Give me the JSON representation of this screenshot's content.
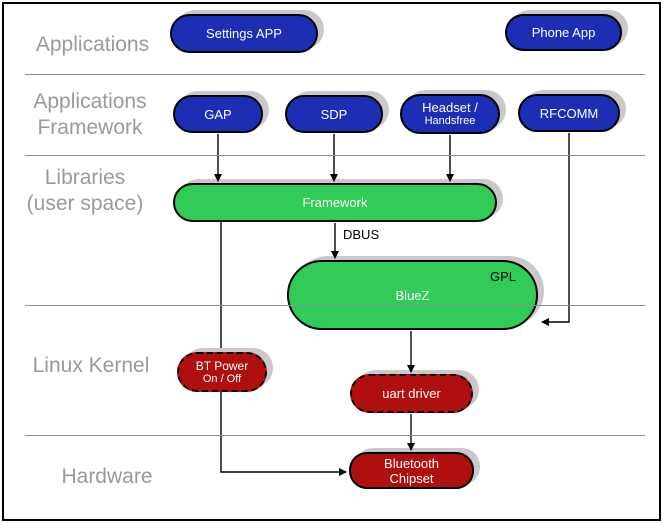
{
  "layers": {
    "applications": {
      "label": "Applications"
    },
    "applications_framework": {
      "label_line1": "Applications",
      "label_line2": "Framework"
    },
    "libraries": {
      "label_line1": "Libraries",
      "label_line2": "(user space)"
    },
    "linux_kernel": {
      "label": "Linux Kernel"
    },
    "hardware": {
      "label": "Hardware"
    }
  },
  "nodes": {
    "settings_app": {
      "label": "Settings APP"
    },
    "phone_app": {
      "label": "Phone App"
    },
    "gap": {
      "label": "GAP"
    },
    "sdp": {
      "label": "SDP"
    },
    "headset": {
      "label_line1": "Headset /",
      "label_line2": "Handsfree"
    },
    "rfcomm": {
      "label": "RFCOMM"
    },
    "framework": {
      "label": "Framework"
    },
    "bluez": {
      "label": "BlueZ",
      "badge": "GPL"
    },
    "bt_power": {
      "label_line1": "BT Power",
      "label_line2": "On / Off"
    },
    "uart_driver": {
      "label": "uart driver"
    },
    "bluetooth_chipset": {
      "label_line1": "Bluetooth",
      "label_line2": "Chipset"
    }
  },
  "connectors": {
    "dbus_label": "DBUS"
  },
  "colors": {
    "application_blue": "#1b2eb4",
    "userspace_green": "#31cb58",
    "kernel_red": "#b00f0f",
    "layer_label_gray": "#9a9a9a",
    "separator_gray": "#8f8f8f",
    "shadow_gray": "#c9c9c9",
    "wire_black": "#000000",
    "wire_gray": "#555555"
  }
}
